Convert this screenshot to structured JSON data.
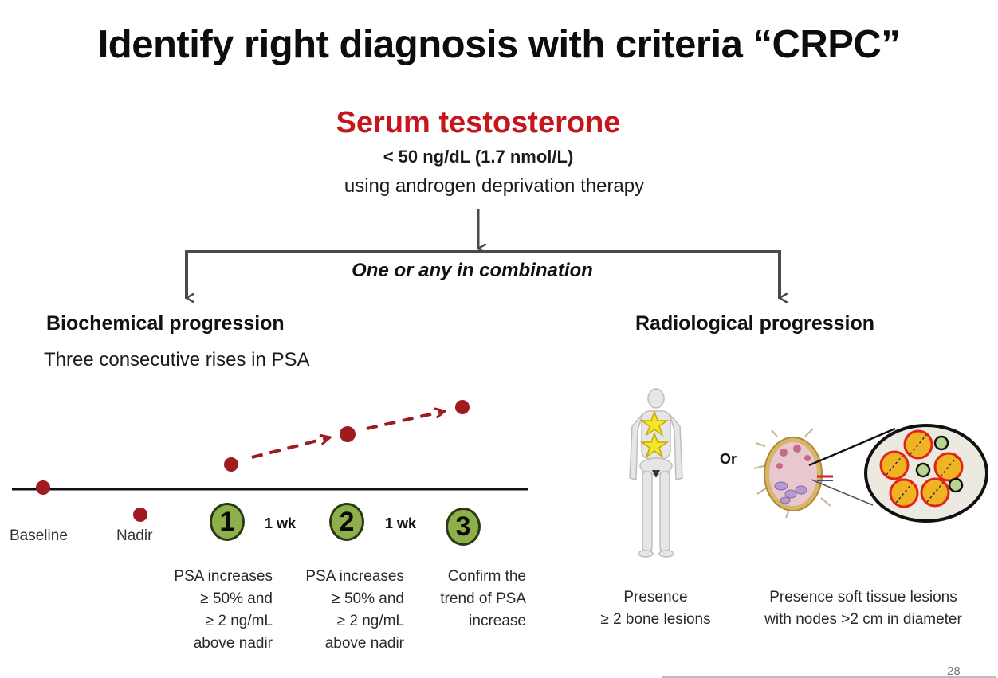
{
  "slide": {
    "title": "Identify right diagnosis with criteria “CRPC”",
    "page_number": "28"
  },
  "top_criterion": {
    "heading": "Serum testosterone",
    "level": "< 50 ng/dL (1.7 nmol/L)",
    "context": "using androgen deprivation therapy",
    "branch_label": "One or any in combination"
  },
  "biochemical": {
    "heading": "Biochemical progression",
    "subheading": "Three consecutive rises in PSA",
    "timeline_points": [
      {
        "label": "Baseline",
        "relative_level": "on line"
      },
      {
        "label": "Nadir",
        "relative_level": "below line"
      },
      {
        "label": "Rise 1",
        "relative_level": "above line"
      },
      {
        "label": "Rise 2",
        "relative_level": "higher"
      },
      {
        "label": "Rise 3",
        "relative_level": "highest"
      }
    ],
    "labels": {
      "baseline": "Baseline",
      "nadir": "Nadir"
    },
    "steps": [
      {
        "number": "1",
        "lines": [
          "PSA increases",
          "≥ 50% and",
          "≥ 2 ng/mL",
          "above nadir"
        ]
      },
      {
        "number": "2",
        "lines": [
          "PSA increases",
          "≥ 50% and",
          "≥ 2 ng/mL",
          "above nadir"
        ]
      },
      {
        "number": "3",
        "lines": [
          "Confirm the",
          "trend of PSA",
          "increase"
        ]
      }
    ],
    "intervals": [
      "1 wk",
      "1 wk"
    ],
    "colors": {
      "psa_dot": "#9e1b1f",
      "step_badge": "#8db04a"
    }
  },
  "radiological": {
    "heading": "Radiological progression",
    "or_label": "Or",
    "options": [
      {
        "image": "bone-scan-skeleton-with-stars",
        "lines": [
          "Presence",
          "≥ 2 bone lesions"
        ]
      },
      {
        "image": "lymph-node-cross-section-magnified",
        "lines": [
          "Presence soft tissue lesions",
          "with nodes >2 cm in diameter"
        ]
      }
    ]
  },
  "colors": {
    "accent_red": "#c4161c",
    "arrow_gray": "#4a4a4a"
  }
}
